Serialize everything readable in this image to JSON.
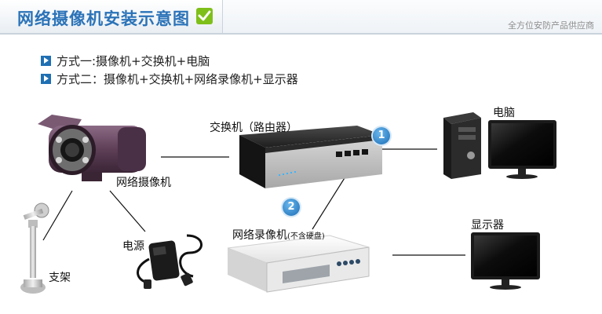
{
  "header": {
    "title": "网络摄像机安装示意图",
    "brand": "全方位安防产品供应商"
  },
  "methods": [
    "方式一:摄像机+交换机+电脑",
    "方式二：摄像机+交换机+网络录像机+显示器"
  ],
  "labels": {
    "switch": "交换机（路由器）",
    "computer": "电脑",
    "camera": "网络摄像机",
    "power": "电源",
    "bracket": "支架",
    "nvr": "网络录像机",
    "nvr_note": "(不含硬盘)",
    "monitor": "显示器"
  },
  "badges": [
    "1",
    "2"
  ],
  "colors": {
    "title": "#2b73b8",
    "accent": "#1f6fb3",
    "check": "#7fbf1a",
    "camera_body": "#5e3f57"
  }
}
